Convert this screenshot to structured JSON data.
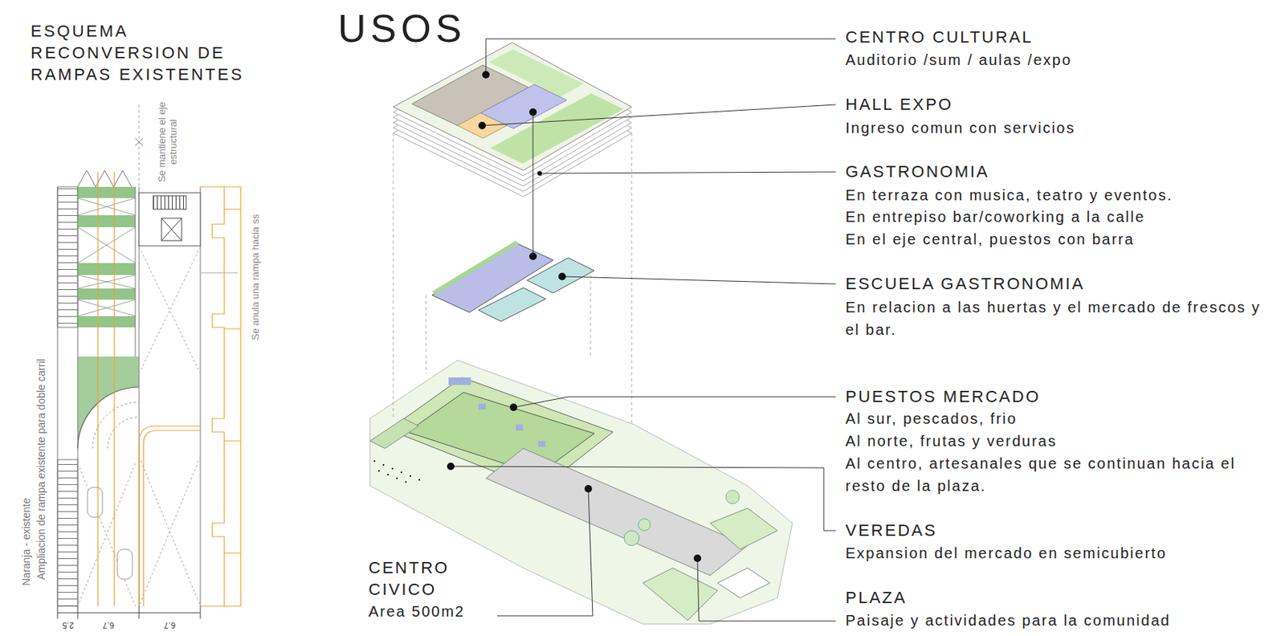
{
  "diagram": {
    "title": "USOS",
    "labels": [
      "ESQUEMA RECONVERSION DE RAMPAS EXISTENTES",
      "Se mantiene el eje estructural",
      "Se anula una rampa hacia ss",
      "Naranja - existente",
      "Ampliacion de rampa existente para doble carril",
      "2.5",
      "6.7",
      "6.7",
      "CENTRO CULTURAL",
      "Auditorio /sum / aulas /expo",
      "HALL EXPO",
      "Ingreso comun con servicios",
      "GASTRONOMIA",
      "En terraza con musica, teatro y eventos.",
      "En entrepiso bar/coworking a la calle",
      "En el eje central, puestos con barra",
      "ESCUELA GASTRONOMIA",
      "En relacion a las huertas y el mercado de frescos y el bar.",
      "PUESTOS MERCADO",
      "Al sur, pescados, frio",
      "Al norte, frutas y verduras",
      "Al centro, artesanales que se continuan hacia el resto de la plaza.",
      "VEREDAS",
      "Expansion del mercado en semicubierto",
      "PLAZA",
      "Paisaje y actividades para la comunidad",
      "CENTRO CIVICO",
      "Area 500m2"
    ]
  }
}
